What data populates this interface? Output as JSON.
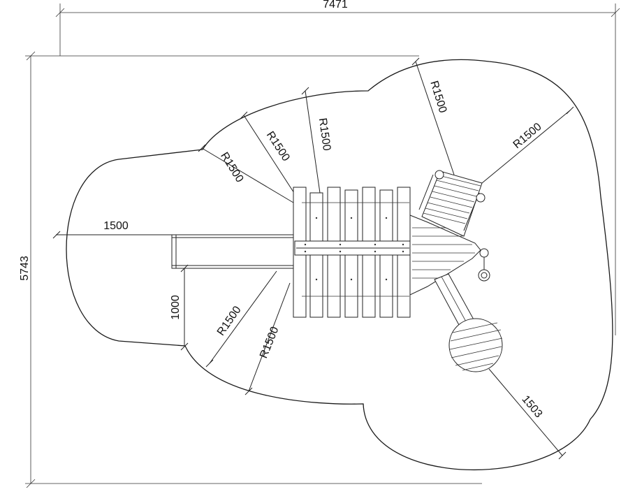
{
  "dimensions": {
    "overall_width": "7471",
    "overall_height": "5743",
    "left_extent": "1500",
    "slide_width": "1000",
    "bottom_right_extent": "1503"
  },
  "radii": {
    "r1": "R1500",
    "r2": "R1500",
    "r3": "R1500",
    "r4": "R1500",
    "r5": "R1500",
    "r6": "R1500",
    "r7": "R1500"
  }
}
